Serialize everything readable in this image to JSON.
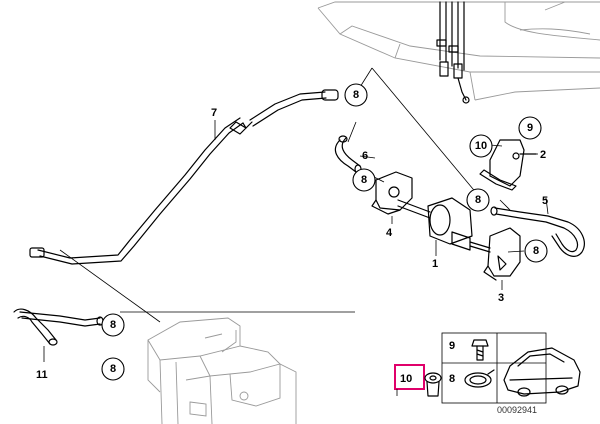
{
  "callouts": [
    {
      "id": "c8a",
      "text": "8"
    },
    {
      "id": "c8b",
      "text": "8"
    },
    {
      "id": "c8c",
      "text": "8"
    },
    {
      "id": "c8d",
      "text": "8"
    },
    {
      "id": "c8e",
      "text": "8"
    },
    {
      "id": "c8f",
      "text": "8"
    },
    {
      "id": "c9",
      "text": "9"
    },
    {
      "id": "c10",
      "text": "10"
    }
  ],
  "labels": {
    "p1": "1",
    "p2": "2",
    "p3": "3",
    "p4": "4",
    "p5": "5",
    "p6": "6",
    "p7": "7",
    "p11": "11"
  },
  "legend": {
    "item_9": "9",
    "item_8": "8",
    "item_10": "10",
    "highlight_color": "#e0006a"
  },
  "reference_number": "00092941"
}
